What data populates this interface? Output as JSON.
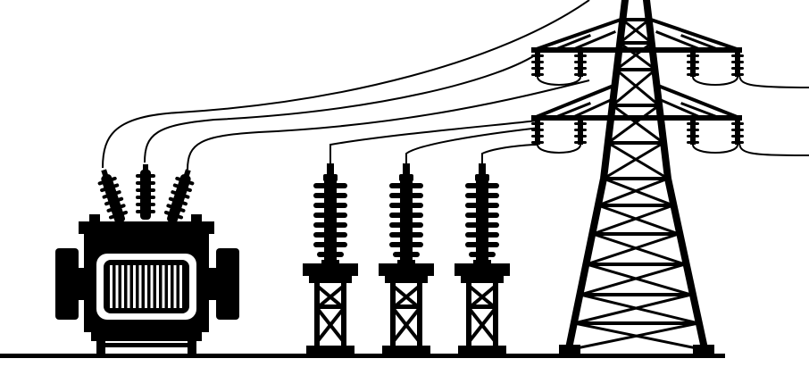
{
  "scene": {
    "subject": "electrical-substation",
    "style": "black-silhouette-on-white",
    "colors": {
      "ink": "#000000",
      "background": "#ffffff"
    },
    "objects": {
      "transformer": {
        "bushing_count": 3,
        "radiator_fin_count": 13
      },
      "insulator_columns": {
        "count": 3
      },
      "transmission_tower": {
        "crossarm_count": 2,
        "insulator_strings": 8
      },
      "power_lines": {
        "count": 8
      }
    }
  }
}
